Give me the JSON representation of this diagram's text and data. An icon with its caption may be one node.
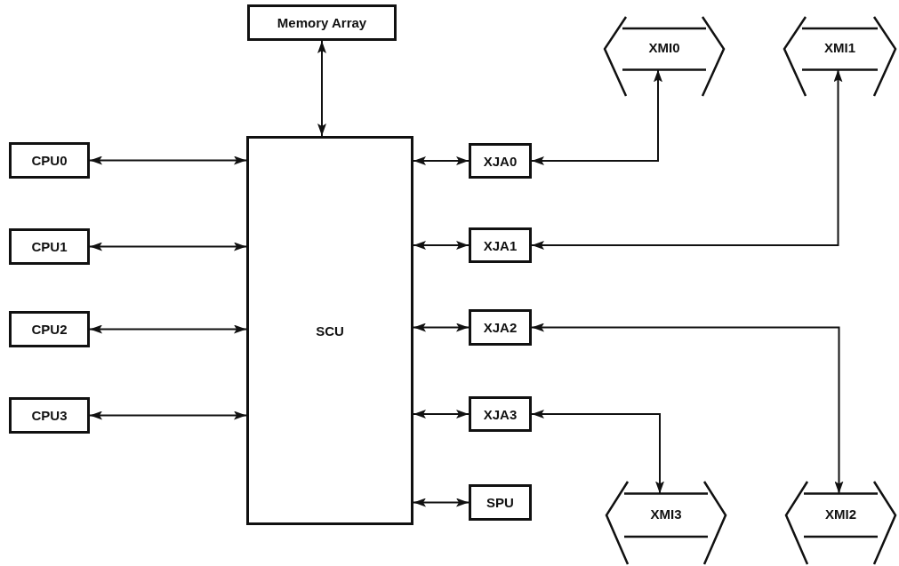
{
  "diagram": {
    "nodes": [
      {
        "text": [
          "Memory Array"
        ]
      },
      {
        "text": [
          "XMI0"
        ]
      },
      {
        "text": [
          "XMI1"
        ]
      },
      {
        "text": [
          "CPU0"
        ]
      },
      {
        "text": [
          "SCU"
        ]
      },
      {
        "text": [
          "XJA0"
        ]
      },
      {
        "text": [
          "CPU1"
        ]
      },
      {
        "text": [
          "XJA1"
        ]
      },
      {
        "text": [
          "CPU2"
        ]
      },
      {
        "text": [
          "XJA2"
        ]
      },
      {
        "text": [
          "CPU3"
        ]
      },
      {
        "text": [
          "XJA3"
        ]
      },
      {
        "text": [
          "SPU"
        ]
      },
      {
        "text": [
          "XMI3"
        ]
      },
      {
        "text": [
          "XMI2"
        ]
      }
    ],
    "edges": [
      {
        "from": 0,
        "to": 4,
        "arrow": "both"
      },
      {
        "from": 3,
        "to": 4,
        "arrow": "both"
      },
      {
        "from": 6,
        "to": 4,
        "arrow": "both"
      },
      {
        "from": 8,
        "to": 4,
        "arrow": "both"
      },
      {
        "from": 10,
        "to": 4,
        "arrow": "both"
      },
      {
        "from": 4,
        "to": 5,
        "arrow": "both"
      },
      {
        "from": 4,
        "to": 7,
        "arrow": "both"
      },
      {
        "from": 4,
        "to": 9,
        "arrow": "both"
      },
      {
        "from": 4,
        "to": 11,
        "arrow": "both"
      },
      {
        "from": 4,
        "to": 12,
        "arrow": "both"
      },
      {
        "from": 5,
        "to": 1,
        "arrow": "both"
      },
      {
        "from": 7,
        "to": 2,
        "arrow": "both"
      },
      {
        "from": 9,
        "to": 14,
        "arrow": "both"
      },
      {
        "from": 11,
        "to": 13,
        "arrow": "both"
      }
    ]
  }
}
